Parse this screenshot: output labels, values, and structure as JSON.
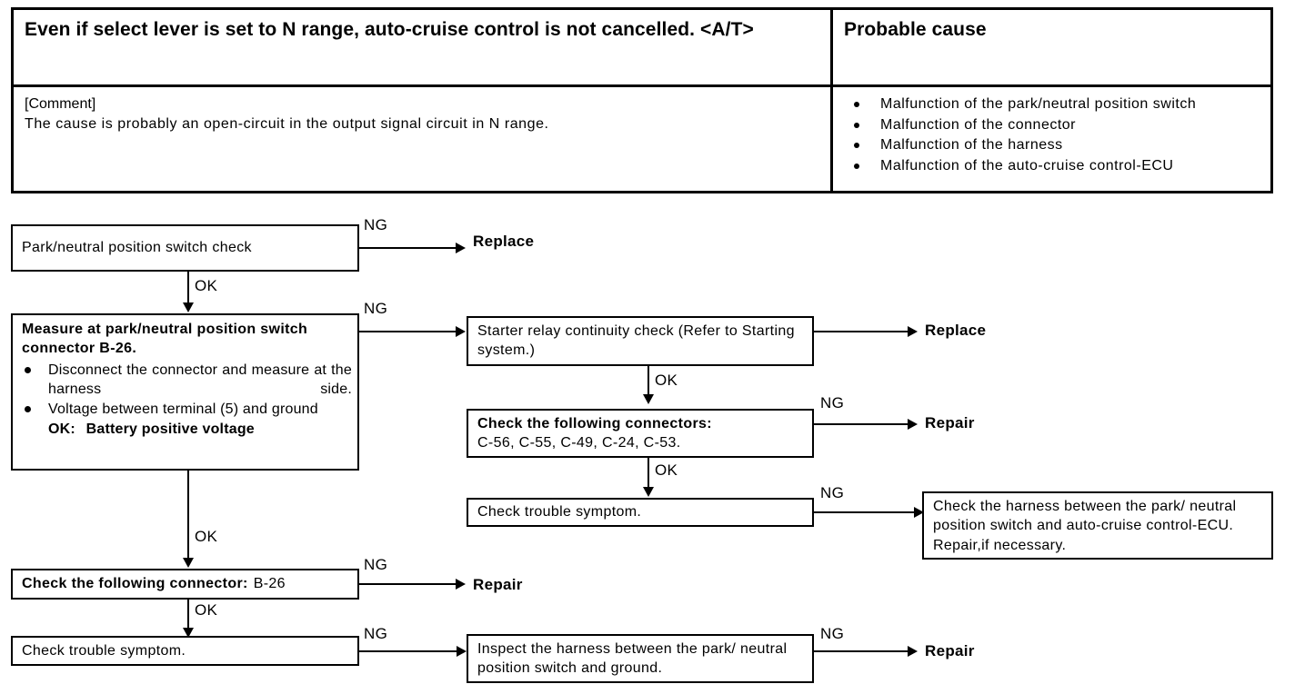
{
  "table": {
    "symptom_title": "Even if select lever is set to N range, auto-cruise control is not cancelled. <A/T>",
    "cause_title": "Probable cause",
    "comment_label": "[Comment]",
    "comment_text": "The cause is probably an open-circuit in the output signal circuit in N range.",
    "causes": [
      "Malfunction of the park/neutral position switch",
      "Malfunction of the connector",
      "Malfunction of the harness",
      "Malfunction of the auto-cruise control-ECU"
    ]
  },
  "flow": {
    "box_park_switch_check": "Park/neutral position switch check",
    "box_measure_title": "Measure at park/neutral position switch connector B-26.",
    "box_measure_items": [
      "Disconnect the connector and measure at the harness side.",
      "Voltage between terminal (5) and ground"
    ],
    "box_measure_ok_label": "OK:",
    "box_measure_ok_value": "Battery positive voltage",
    "box_starter_relay": "Starter relay continuity check (Refer to Starting system.)",
    "box_connectors_title": "Check the following connectors:",
    "box_connectors_list": "C-56, C-55, C-49, C-24, C-53.",
    "box_check_symptom_mid": "Check trouble symptom.",
    "box_harness_ecu": "Check the harness between the park/ neutral position switch and auto-cruise control-ECU. Repair,if necessary.",
    "box_connector_b26_title": "Check the following connector:",
    "box_connector_b26_value": "B-26",
    "box_check_symptom_bottom": "Check trouble symptom.",
    "box_inspect_harness_ground": "Inspect the harness between the park/ neutral position switch and ground.",
    "labels": {
      "ng": "NG",
      "ok": "OK",
      "replace": "Replace",
      "repair": "Repair"
    }
  }
}
